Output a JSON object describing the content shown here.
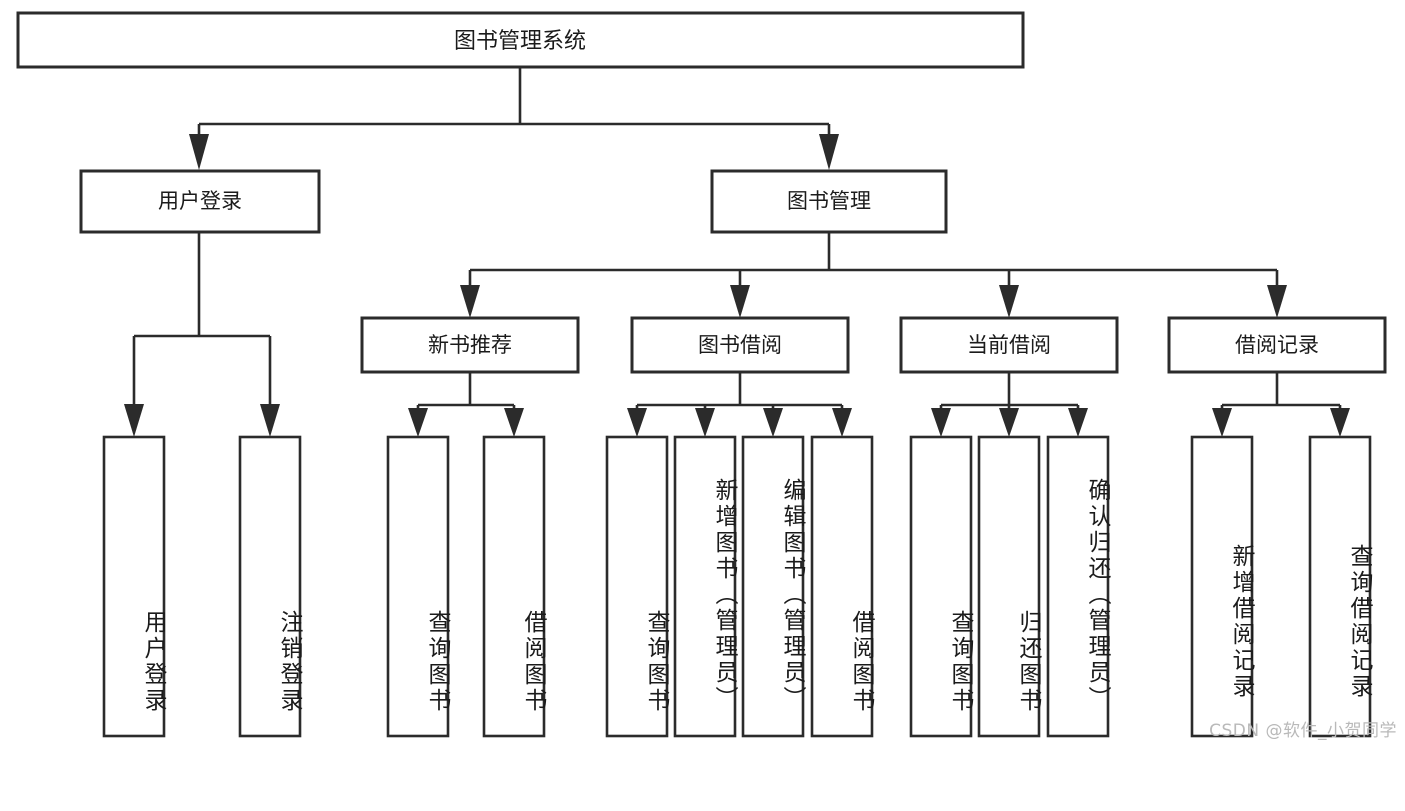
{
  "diagram": {
    "type": "tree-hierarchy",
    "title": "图书管理系统",
    "watermark": "CSDN @软件_小贺同学",
    "colors": {
      "box_stroke": "#2b2b2b",
      "box_fill": "#ffffff",
      "text": "#1b1b1b",
      "background": "#ffffff",
      "watermark": "#b9b9b9"
    },
    "root": {
      "label": "图书管理系统"
    },
    "level2": [
      {
        "label": "用户登录"
      },
      {
        "label": "图书管理"
      }
    ],
    "level3": [
      {
        "label": "新书推荐"
      },
      {
        "label": "图书借阅"
      },
      {
        "label": "当前借阅"
      },
      {
        "label": "借阅记录"
      }
    ],
    "leaves": {
      "user_login": [
        {
          "label": "用户登录"
        },
        {
          "label": "注销登录"
        }
      ],
      "new_book_recommend": [
        {
          "label": "查询图书"
        },
        {
          "label": "借阅图书"
        }
      ],
      "book_borrow": [
        {
          "label": "查询图书"
        },
        {
          "label": "新增图书（管理员）"
        },
        {
          "label": "编辑图书（管理员）"
        },
        {
          "label": "借阅图书"
        }
      ],
      "current_borrow": [
        {
          "label": "查询图书"
        },
        {
          "label": "归还图书"
        },
        {
          "label": "确认归还（管理员）"
        }
      ],
      "borrow_record": [
        {
          "label": "新增借阅记录"
        },
        {
          "label": "查询借阅记录"
        }
      ]
    }
  }
}
